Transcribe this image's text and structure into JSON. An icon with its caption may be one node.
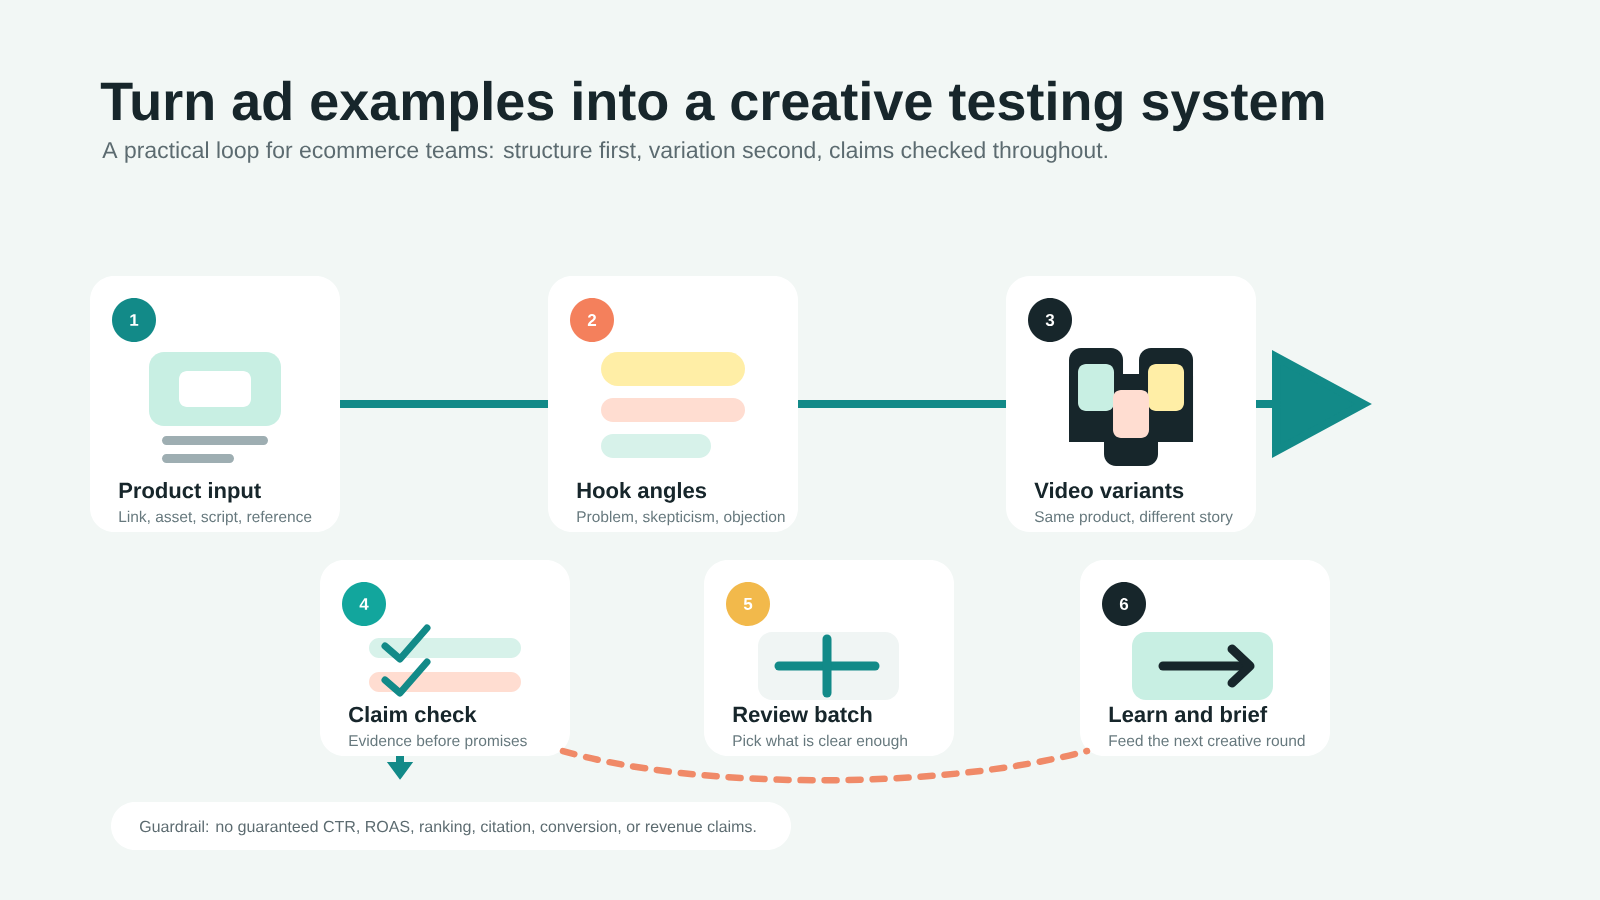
{
  "diagram": {
    "title": "Turn ad examples into a creative testing system",
    "nodes": [
      {
        "text": [
          "Product input",
          "Link, asset, script, reference"
        ]
      },
      {
        "text": [
          "1"
        ],
        "in": 0
      },
      {
        "text": [
          "Hook angles",
          "Problem, skepticism, objection"
        ]
      },
      {
        "text": [
          "2"
        ],
        "in": 2
      },
      {
        "text": [
          "Video variants",
          "Same product, different story"
        ]
      },
      {
        "text": [
          "3"
        ],
        "in": 4
      },
      {
        "text": [
          "Claim check",
          "Evidence before promises"
        ]
      },
      {
        "text": [
          "4"
        ],
        "in": 6
      },
      {
        "text": [
          "Review batch",
          "Pick what is clear enough"
        ]
      },
      {
        "text": [
          "5"
        ],
        "in": 8
      },
      {
        "text": [
          "Learn and brief",
          "Feed the next creative round"
        ]
      },
      {
        "text": [
          "6"
        ],
        "in": 10
      },
      {
        "text": [
          "Guardrail: no guaranteed CTR, ROAS, ranking, citation, conversion, or revenue claims."
        ]
      }
    ],
    "edges": [
      {
        "from": 0,
        "to": 2,
        "arrow": "none"
      },
      {
        "from": 2,
        "to": 4,
        "arrow": "none"
      },
      {
        "from": 4,
        "to": null,
        "arrow": "to"
      },
      {
        "from": 6,
        "to": null,
        "arrow": "to"
      },
      {
        "from": 6,
        "to": 10,
        "arrow": "none",
        "style": "dashed",
        "color": "#f08a68"
      }
    ],
    "labels": [
      "A practical loop for ecommerce teams: structure first, variation second, claims checked throughout."
    ]
  }
}
